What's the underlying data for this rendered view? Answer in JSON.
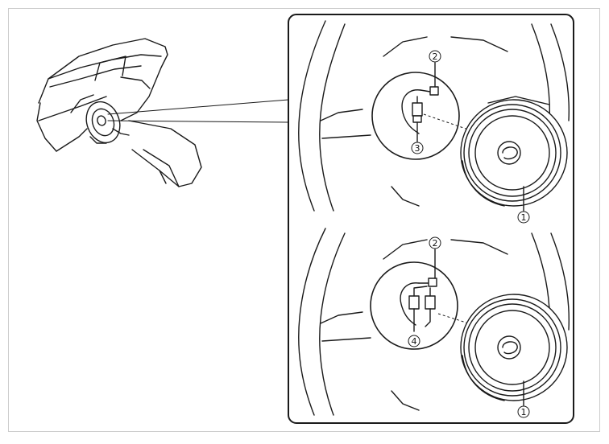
{
  "callouts": {
    "top": {
      "c1": "1",
      "c2": "2",
      "c3": "3"
    },
    "bottom": {
      "c1": "1",
      "c2": "2",
      "c4": "4"
    }
  },
  "colors": {
    "line": "#1a1a1a",
    "frame": "#cccccc",
    "background": "#ffffff"
  }
}
